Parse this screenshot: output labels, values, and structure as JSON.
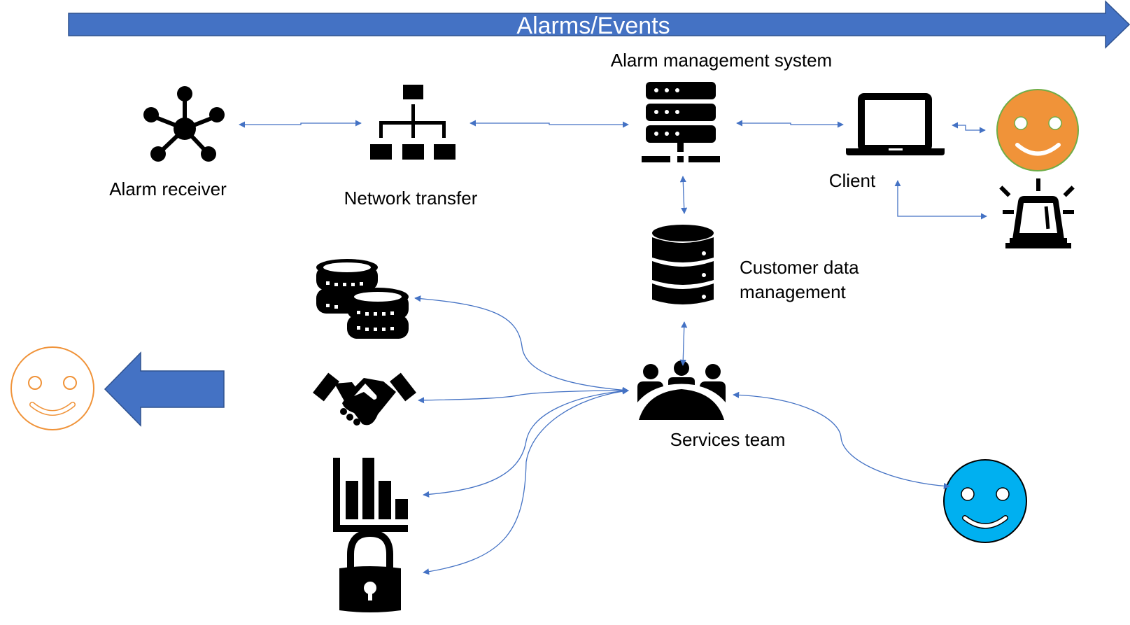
{
  "banner": {
    "label": "Alarms/Events",
    "color": "#4472C4"
  },
  "nodes": {
    "alarm_receiver": {
      "label": "Alarm receiver",
      "icon": "hub-network-icon"
    },
    "network_transfer": {
      "label": "Network transfer",
      "icon": "hierarchy-icon"
    },
    "alarm_management": {
      "label": "Alarm management system",
      "icon": "server-icon"
    },
    "client": {
      "label": "Client",
      "icon": "laptop-icon"
    },
    "customer_data": {
      "label_line1": "Customer data",
      "label_line2": "management",
      "icon": "database-icon"
    },
    "services_team": {
      "label": "Services team",
      "icon": "team-meeting-icon"
    }
  },
  "services": [
    {
      "name": "billing",
      "icon": "coins-icon"
    },
    {
      "name": "agreements",
      "icon": "handshake-icon"
    },
    {
      "name": "reporting",
      "icon": "bar-chart-icon"
    },
    {
      "name": "security",
      "icon": "padlock-icon"
    }
  ],
  "actors": {
    "end_user": {
      "icon": "smiley-orange-icon",
      "fill": "#F09339",
      "outline": "#70AD47"
    },
    "alarm_beacon": {
      "icon": "siren-icon"
    },
    "satisfied_customer": {
      "icon": "smiley-outline-icon",
      "outline": "#F09339"
    },
    "technician": {
      "icon": "smiley-blue-icon",
      "fill": "#00B0F0"
    }
  },
  "colors": {
    "connector": "#4472C4",
    "icon": "#000000"
  }
}
